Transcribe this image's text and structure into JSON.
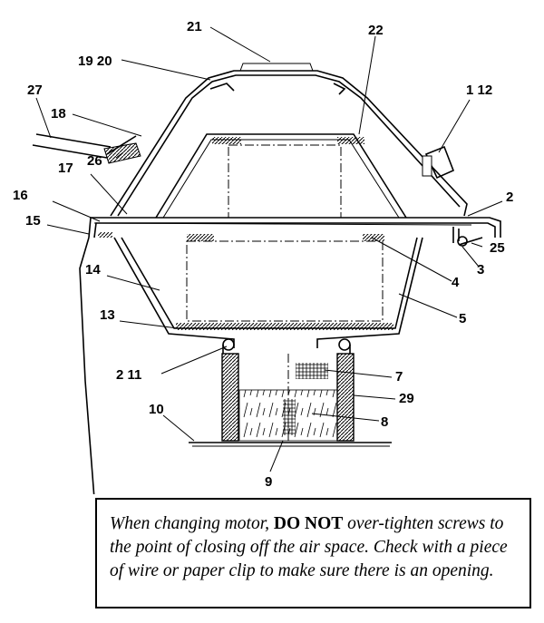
{
  "callouts": {
    "c21": "21",
    "c22": "22",
    "c19_20": "19 20",
    "c1_12": "1 12",
    "c27": "27",
    "c18": "18",
    "c26": "26",
    "c17": "17",
    "c2_top": "2",
    "c16": "16",
    "c15": "15",
    "c25": "25",
    "c3": "3",
    "c4": "4",
    "c14": "14",
    "c5": "5",
    "c13": "13",
    "c2_11": "2 11",
    "c7": "7",
    "c29": "29",
    "c10": "10",
    "c8": "8",
    "c9": "9"
  },
  "note": {
    "part1": "When changing motor, ",
    "emphasis": "DO NOT",
    "part2": " over-tighten screws to the point of closing off the air space.  Check with a piece of wire or paper clip to make sure there is an opening."
  }
}
